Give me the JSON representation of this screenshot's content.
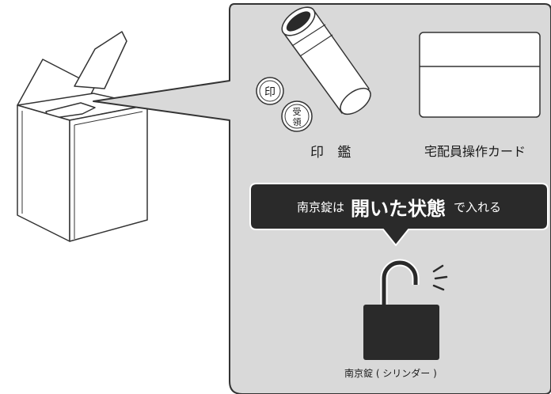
{
  "items": {
    "inkan_label": "印 鑑",
    "card_label": "宅配員操作カード",
    "stamp_glyph_in": "印",
    "stamp_glyph_ju": "受",
    "stamp_glyph_ryo": "領"
  },
  "banner": {
    "prefix": "南京錠は",
    "emphasis": "開いた状態",
    "suffix": "で入れる"
  },
  "lock": {
    "label": "南京錠 ( シリンダー )"
  },
  "colors": {
    "panel_fill": "#d9d9d9",
    "banner_fill": "#2a2a2a",
    "lock_body": "#2a2a2a",
    "outline": "#333333"
  }
}
